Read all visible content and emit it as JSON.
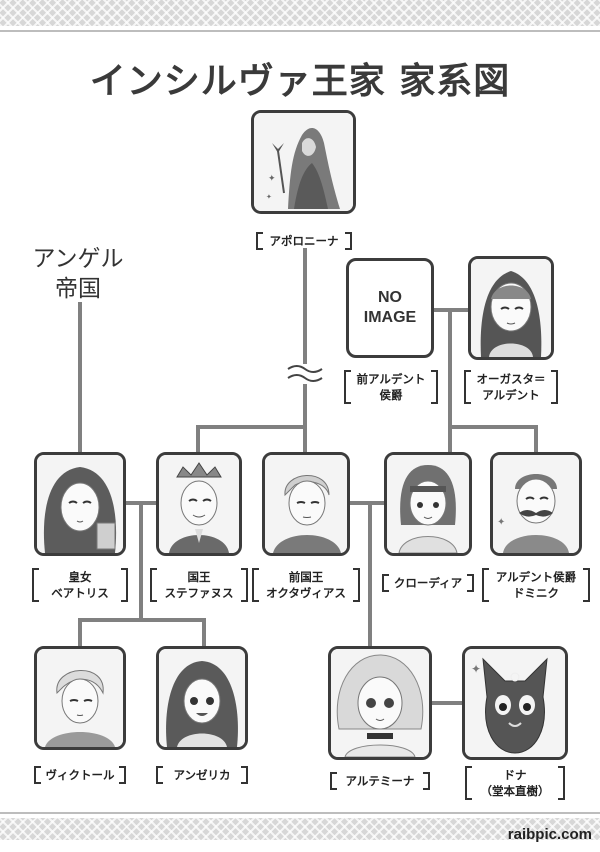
{
  "title": "インシルヴァ王家 家系図",
  "empire_label": "アンゲル\n帝国",
  "no_image_text": "NO\nIMAGE",
  "watermark": "raibpic.com",
  "people": {
    "apolonina": {
      "name": "アポロニーナ"
    },
    "prev_ardent": {
      "line1": "前アルデント",
      "line2": "侯爵"
    },
    "augusta": {
      "line1": "オーガスタ＝",
      "line2": "アルデント"
    },
    "beatrice": {
      "line1": "皇女",
      "line2": "ベアトリス"
    },
    "stefanus": {
      "line1": "国王",
      "line2": "ステファヌス"
    },
    "octavius": {
      "line1": "前国王",
      "line2": "オクタヴィアス"
    },
    "claudia": {
      "name": "クローディア"
    },
    "dominic": {
      "line1": "アルデント侯爵",
      "line2": "ドミニク"
    },
    "victor": {
      "name": "ヴィクトール"
    },
    "angelica": {
      "name": "アンゼリカ"
    },
    "artemina": {
      "name": "アルテミーナ"
    },
    "dona": {
      "line1": "ドナ",
      "line2": "（堂本直樹）"
    }
  },
  "colors": {
    "line": "#808080",
    "frame": "#3c3c3c",
    "border": "#d7d7d7"
  }
}
